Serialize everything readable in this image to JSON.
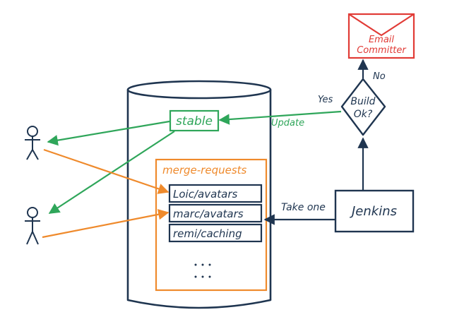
{
  "colors": {
    "navy": "#1f3550",
    "green": "#2fa65a",
    "orange": "#ef8a2c",
    "red": "#e13b36",
    "background": "#ffffff"
  },
  "email_box": {
    "line1": "Email",
    "line2": "Committer",
    "icon": "envelope-icon"
  },
  "decision": {
    "line1": "Build",
    "line2": "Ok?",
    "yes_label": "Yes",
    "no_label": "No"
  },
  "stable": {
    "label": "stable",
    "update_label": "Update"
  },
  "merge_requests": {
    "title": "merge-requests",
    "items": [
      "Loic/avatars",
      "marc/avatars",
      "remi/caching"
    ],
    "more": ". . .\n. . ."
  },
  "jenkins": {
    "label": "Jenkins",
    "take_label": "Take one"
  },
  "people": {
    "count": 2,
    "icon": "stick-figure-icon"
  }
}
